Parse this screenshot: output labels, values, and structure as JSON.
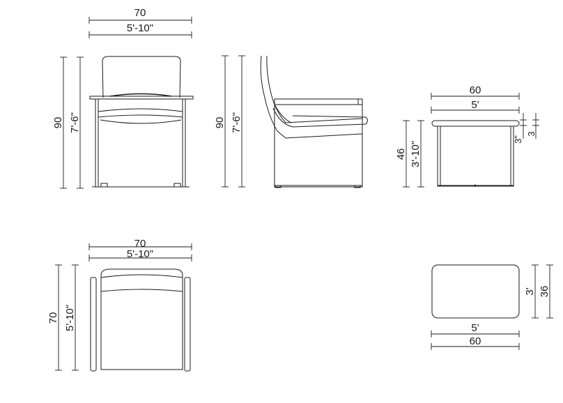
{
  "views": {
    "front": {
      "width_cm": "70",
      "width_ft": "5'-10\"",
      "height_cm": "90",
      "height_ft": "7'-6\""
    },
    "side": {
      "height_cm": "90",
      "height_ft": "7'-6\""
    },
    "ottoman_front": {
      "width_cm": "60",
      "width_ft": "5'",
      "height_cm": "46",
      "height_ft": "3'-10\"",
      "cushion_in": "3\"",
      "cushion_cm": "3"
    },
    "top": {
      "width_cm": "70",
      "width_ft": "5'-10\"",
      "depth_cm": "70",
      "depth_ft": "5'-10\""
    },
    "ottoman_top": {
      "width_ft": "5'",
      "width_cm": "60",
      "depth_ft": "3'",
      "depth_cm": "36"
    }
  }
}
